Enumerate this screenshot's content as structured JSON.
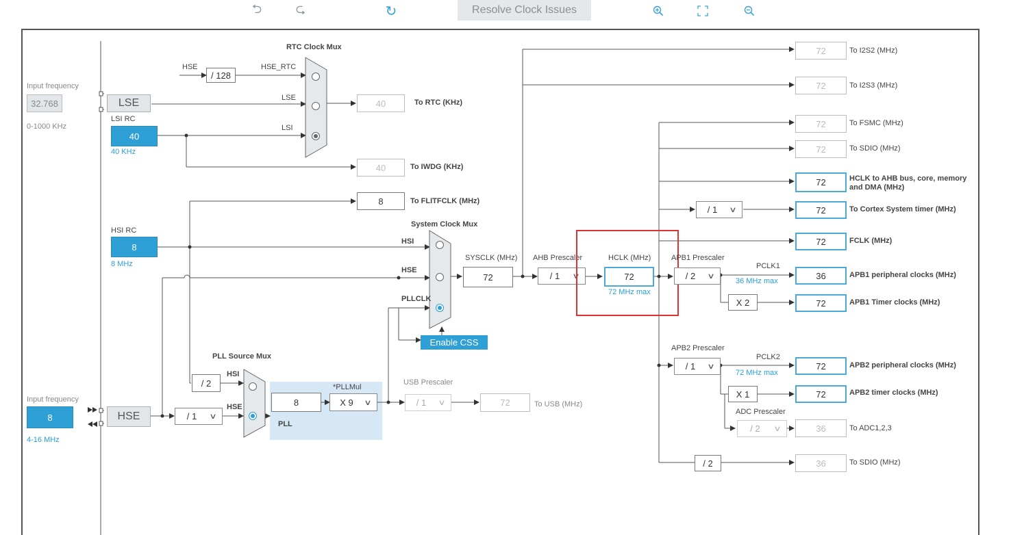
{
  "toolbar": {
    "undo_icon": "undo-icon",
    "redo_icon": "redo-icon",
    "refresh_icon": "refresh-icon",
    "resolve_label": "Resolve Clock Issues",
    "zoom_in_icon": "zoom-in-icon",
    "fit_icon": "fit-screen-icon",
    "zoom_out_icon": "zoom-out-icon"
  },
  "inputs": {
    "lse": {
      "title": "Input frequency",
      "value": "32.768",
      "range": "0-1000 KHz",
      "label": "LSE"
    },
    "lsi": {
      "title": "LSI RC",
      "value": "40",
      "note": "40 KHz"
    },
    "hsi": {
      "title": "HSI RC",
      "value": "8",
      "note": "8 MHz"
    },
    "hse": {
      "title": "Input frequency",
      "value": "8",
      "range": "4-16 MHz",
      "label": "HSE"
    }
  },
  "rtc": {
    "title": "RTC Clock Mux",
    "hse_label": "HSE",
    "div128": "/ 128",
    "hse_rtc": "HSE_RTC",
    "lse": "LSE",
    "lsi": "LSI",
    "out_value": "40",
    "out_label": "To RTC (KHz)"
  },
  "iwdg": {
    "value": "40",
    "label": "To IWDG (KHz)"
  },
  "flit": {
    "value": "8",
    "label": "To FLITFCLK (MHz)"
  },
  "sysmux": {
    "title": "System Clock Mux",
    "hsi": "HSI",
    "hse": "HSE",
    "pllclk": "PLLCLK",
    "sysclk_label": "SYSCLK (MHz)",
    "sysclk_value": "72",
    "css_label": "Enable CSS"
  },
  "ahb": {
    "label": "AHB Prescaler",
    "value": "/ 1"
  },
  "hclk": {
    "label": "HCLK (MHz)",
    "value": "72",
    "max": "72 MHz max"
  },
  "apb1": {
    "label": "APB1 Prescaler",
    "value": "/ 2",
    "pclk": "PCLK1",
    "max": "36 MHz max",
    "periph_value": "36",
    "periph_label": "APB1 peripheral clocks (MHz)",
    "timer_mult": "X 2",
    "timer_value": "72",
    "timer_label": "APB1 Timer clocks (MHz)"
  },
  "apb2": {
    "label": "APB2 Prescaler",
    "value": "/ 1",
    "pclk": "PCLK2",
    "max": "72 MHz max",
    "periph_value": "72",
    "periph_label": "APB2 peripheral clocks (MHz)",
    "timer_mult": "X 1",
    "timer_value": "72",
    "timer_label": "APB2 timer clocks (MHz)"
  },
  "adc": {
    "label": "ADC Prescaler",
    "value": "/ 2",
    "out_value": "36",
    "out_label": "To ADC1,2,3"
  },
  "sdio2": {
    "div": "/ 2",
    "value": "36",
    "label": "To SDIO (MHz)"
  },
  "outputs": {
    "i2s2": {
      "value": "72",
      "label": "To I2S2 (MHz)"
    },
    "i2s3": {
      "value": "72",
      "label": "To I2S3 (MHz)"
    },
    "fsmc": {
      "value": "72",
      "label": "To FSMC (MHz)"
    },
    "sdio": {
      "value": "72",
      "label": "To SDIO (MHz)"
    },
    "hclk_ahb": {
      "value": "72",
      "label": "HCLK to AHB bus, core, memory and DMA (MHz)"
    },
    "cortex": {
      "div": "/ 1",
      "value": "72",
      "label": "To Cortex System timer (MHz)"
    },
    "fclk": {
      "value": "72",
      "label": "FCLK (MHz)"
    }
  },
  "pll": {
    "src_title": "PLL Source Mux",
    "hsi": "HSI",
    "hse": "HSE",
    "hsi_div": "/ 2",
    "hse_div": "/ 1",
    "mul_title": "*PLLMul",
    "input": "8",
    "mul": "X 9",
    "label": "PLL"
  },
  "usb": {
    "label": "USB Prescaler",
    "value": "/ 1",
    "out_value": "72",
    "out_label": "To USB (MHz)"
  },
  "colors": {
    "accent": "#2fa0d6",
    "highlight": "#e03030"
  }
}
